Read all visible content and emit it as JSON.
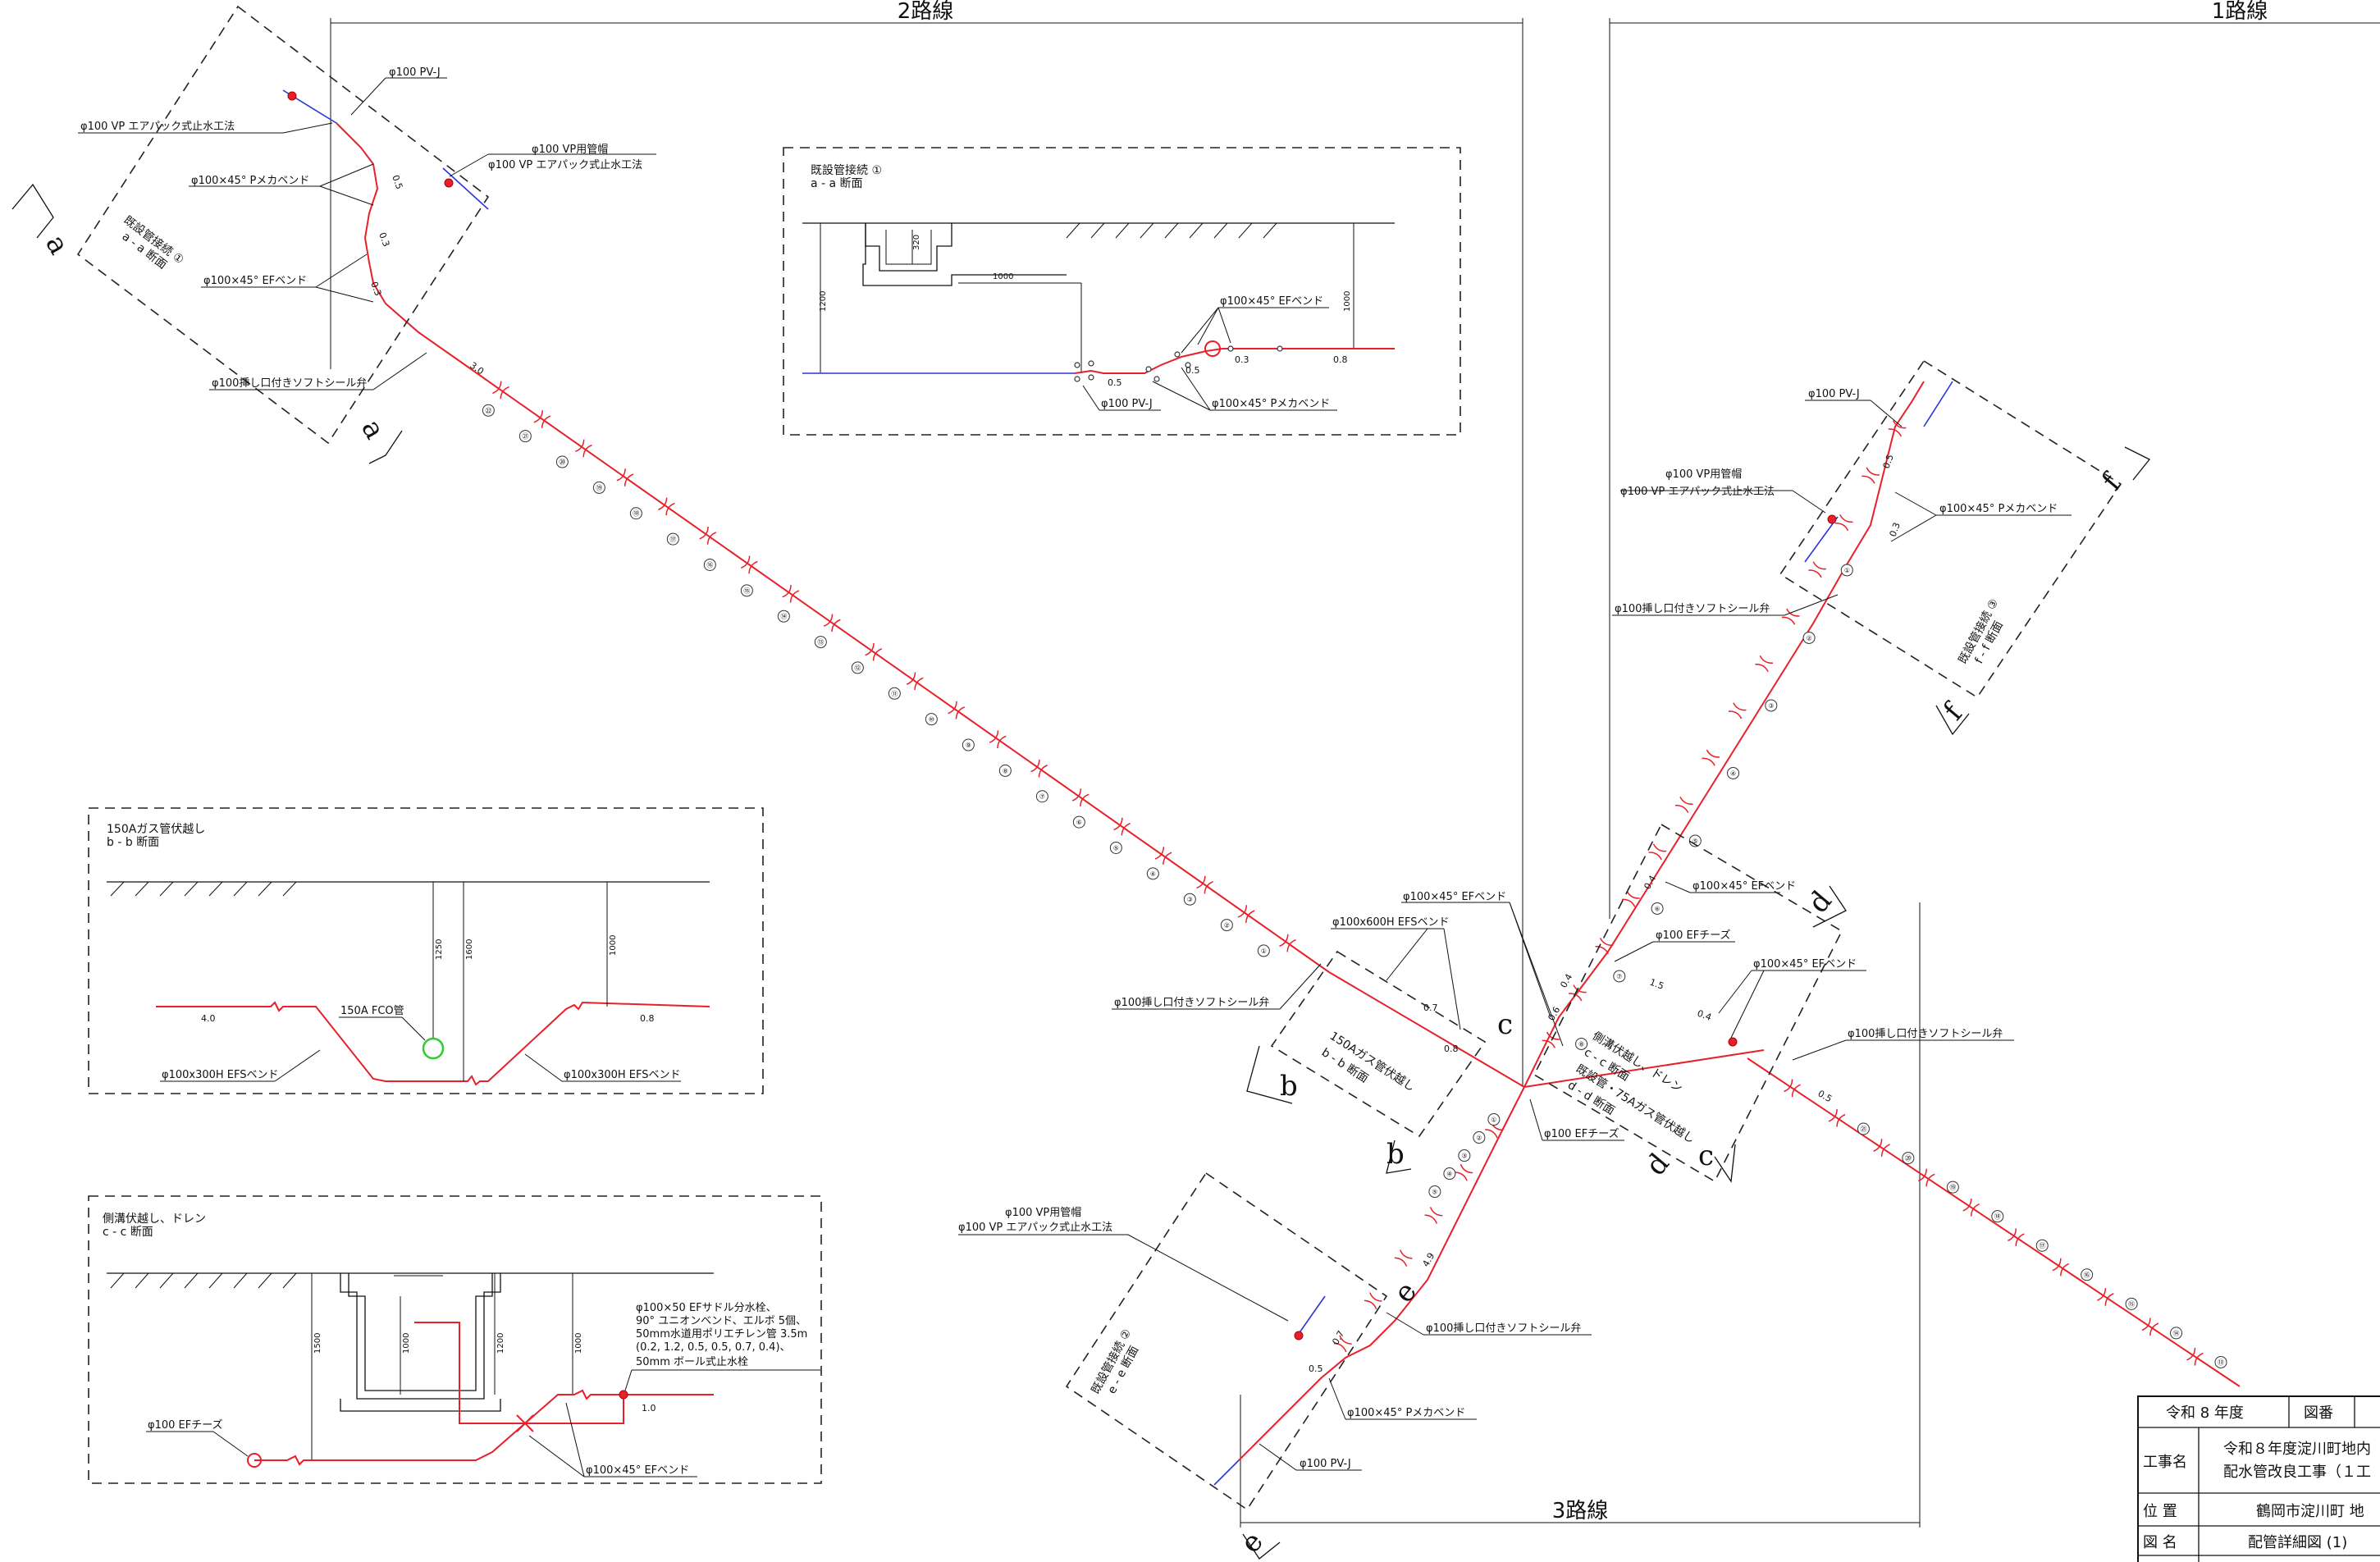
{
  "routes": {
    "route2": "2路線",
    "route1": "1路線",
    "route3": "3路線"
  },
  "section_marks": {
    "a": "a",
    "b": "b",
    "c": "c",
    "d": "d",
    "e": "e",
    "f": "f"
  },
  "plan_labels": {
    "pvj": "φ100 PV-J",
    "vp_airpack": "φ100 VP エアパック式止水工法",
    "vp_cap": "φ100 VP用管帽",
    "p_mecha_bend": "φ100×45° Pメカベンド",
    "ef_bend": "φ100×45° EFベンド",
    "soft_seal_valve": "φ100挿し口付きソフトシール弁",
    "efs_600": "φ100x600H EFSベンド",
    "ef_tee": "φ100 EFチーズ",
    "soft_seal_valve_2": "φ100挿し口付きソフトシール弁"
  },
  "box_titles": {
    "conn1": "既設管接続 ①",
    "conn1_sec": "a - a 断面",
    "conn2": "既設管接続 ②",
    "conn2_sec": "e - e 断面",
    "conn3": "既設管接続 ③",
    "conn3_sec": "f - f 断面",
    "gas": "150Aガス管伏越し",
    "gas_sec": "b - b 断面",
    "drain": "側溝伏越し、ドレン",
    "drain_sec2": "既設管・75Aガス管伏越し",
    "drain_sec": "c - c 断面",
    "drain_sec_d": "d - d 断面"
  },
  "detail_conn1": {
    "title": "既設管接続 ①",
    "sec": "a - a 断面",
    "dim_1200": "1200",
    "dim_1000": "1000",
    "dim_1000v": "1000",
    "dim_320": "320",
    "len_05a": "0.5",
    "len_05b": "0.5",
    "len_03": "0.3",
    "len_08": "0.8",
    "ef_bend": "φ100×45° EFベンド",
    "pvj": "φ100 PV-J",
    "p_mecha": "φ100×45° Pメカベンド"
  },
  "detail_gas": {
    "title": "150Aガス管伏越し",
    "sec": "b - b 断面",
    "dim_1250": "1250",
    "dim_1600": "1600",
    "dim_1000": "1000",
    "len_40": "4.0",
    "len_08": "0.8",
    "fco": "150A FCO管",
    "efs_left": "φ100x300H EFSベンド",
    "efs_right": "φ100x300H EFSベンド"
  },
  "detail_drain": {
    "title": "側溝伏越し、ドレン",
    "sec": "c - c 断面",
    "dim_1500": "1500",
    "dim_1000a": "1000",
    "dim_1200": "1200",
    "dim_1000b": "1000",
    "len_10": "1.0",
    "ef_tee": "φ100 EFチーズ",
    "ef_bend": "φ100×45° EFベンド",
    "note": [
      "φ100×50 EFサドル分水栓、",
      "90° ユニオンベンド、エルボ 5個、",
      "50mm水道用ポリエチレン管 3.5m",
      "(0.2, 1.2, 0.5, 0.5, 0.7, 0.4)、",
      "50mm ボール式止水栓"
    ]
  },
  "segment_lengths": {
    "a1": "0.5",
    "a2": "0.3",
    "a3": "0.3",
    "a4": "3.0",
    "b1": "0.7",
    "b2": "0.8",
    "c1": "0.4",
    "c2": "0.6",
    "c3": "0.4",
    "d1": "1.5",
    "d2": "0.4",
    "d3": "0.5",
    "e1": "4.9",
    "e2": "0.7",
    "e3": "0.5",
    "f1": "0.5",
    "f2": "0.3"
  },
  "pipe_numbers": {
    "main": [
      "㉒",
      "㉑",
      "⑳",
      "⑲",
      "⑱",
      "⑰",
      "⑯",
      "⑮",
      "⑭",
      "⑬",
      "⑫",
      "⑪",
      "⑩",
      "⑨",
      "⑧",
      "⑦",
      "⑥",
      "⑤",
      "④",
      "③",
      "②",
      "①"
    ],
    "branch1": [
      "⑧",
      "⑦",
      "⑥",
      "⑤",
      "④",
      "③",
      "②",
      "①"
    ],
    "branch3": [
      "①",
      "②",
      "③",
      "④",
      "⑤"
    ],
    "lower": [
      "㉑",
      "⑳",
      "⑲",
      "⑱",
      "⑰",
      "⑯",
      "⑮",
      "⑭",
      "⑬"
    ]
  },
  "title_block": {
    "year": "令和 8 年度",
    "drawing_no_label": "図番",
    "project_label": "工事名",
    "project_name_1": "令和８年度淀川町地内",
    "project_name_2": "配水管改良工事（１工",
    "location_label": "位 置",
    "location": "鶴岡市淀川町 地",
    "drawing_label": "図 名",
    "drawing_name": "配管詳細図 (1)"
  },
  "colors": {
    "pipe": "#e8202a",
    "existing": "#2a36d8",
    "gas": "#2ecc2e",
    "line": "#111111"
  }
}
